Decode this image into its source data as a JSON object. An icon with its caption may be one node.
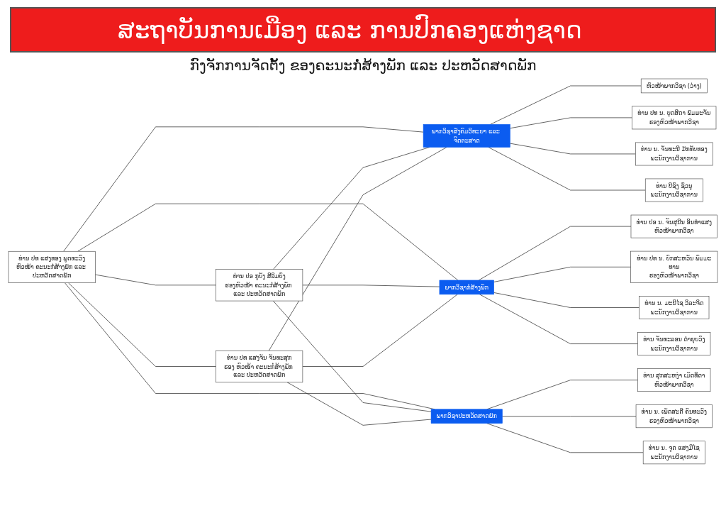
{
  "diagram": {
    "title": "ສະຖາບັນການເມືອງ ແລະ ການປົກຄອງແຫ່ງຊາດ",
    "nodes": [
      {
        "text": [
          "ທ່ານ ປທ ແສງທອງ ພູດທະວົງ",
          "ຫົວໜ້າ ຄະນະກໍ່ສ້າງພັກ ແລະ ປະຫວັດສາດພັກ"
        ]
      },
      {
        "text": [
          "ທ່ານ ປອ ກູບັງ ສີລິມບົງ",
          "ຮອງຫົວໜ້າ ຄະນະກໍ່ສ້າງພັກ ແລະ ປະຫວັດສາດພັກ"
        ]
      },
      {
        "text": [
          "ທ່ານ ປທ ແສງຈັນ ຈັນທະສຸກ",
          "ຮອງ ຫົວໜ້າ ຄະນະກໍ່ສ້າງພັກ ແລະ ປະຫວັດສາດພັກ"
        ]
      },
      {
        "text": [
          "ພາກວິຊາສັງຄົມວິທະຍາ ແລະ ຈິດຕະສາດ"
        ]
      },
      {
        "text": [
          "ພາກວິຊາກໍ່ສ້າງພັກ"
        ]
      },
      {
        "text": [
          "ພາກວິຊາປະຫວັດສາດພັກ"
        ]
      },
      {
        "text": [
          "ຫົວໜ້າພາກວິຊາ (ວ່າງ)"
        ]
      },
      {
        "text": [
          "ທ່ານ ປທ ນ. ບຸດສີດາ ພົມມະຈັນ",
          "ຮອງຫົວໜ້າພາກວິຊາ"
        ]
      },
      {
        "text": [
          "ທ່ານ ນ. ຈັນທະນີ ມັກທັບທອງ",
          "ພະນັກງານວິຊາການ"
        ]
      },
      {
        "text": [
          "ທ່ານ ບີຊົງ ຊົວນູ",
          "ພະນັກງານວິຊາການ"
        ]
      },
      {
        "text": [
          "ທ່ານ ປອ ນ. ຈັນສຸນີນ ອິນທຳແສງ",
          "ຫົວໜ້າພາກວິຊາ"
        ]
      },
      {
        "text": [
          "ທ່ານ ປທ ນ. ບົກສະຫວັນ ພົມມະທານ",
          "ຮອງຫົວໜ້າພາກວິຊາ"
        ]
      },
      {
        "text": [
          "ທ່ານ ນ. ມະນີໄຊ ວິລະຈິດ",
          "ພະນັກງານວິຊາການ"
        ]
      },
      {
        "text": [
          "ທ່ານ ຈັນທະລອນ ດຳຍຸບວົງ",
          "ພະນັກງານວິຊາການ"
        ]
      },
      {
        "text": [
          "ທ່ານ ສຸກສະຫງ່າ ເມັດທິດາ",
          "ຫົວໜ້າພາກວິຊາ"
        ]
      },
      {
        "text": [
          "ທ່ານ ນ. ເພັດສະດີ ຄົນທະວົງ",
          "ຮອງຫົວໜ້າພາກວິຊາ"
        ]
      },
      {
        "text": [
          "ທ່ານ ນ. ຈູດ ແສງມີໄຊ",
          "ພະນັກງານວິຊາການ"
        ]
      }
    ],
    "edges": [
      {
        "from": 0,
        "to": 1,
        "arrow": "none"
      },
      {
        "from": 0,
        "to": 2,
        "arrow": "none"
      },
      {
        "from": 0,
        "to": 3,
        "arrow": "none"
      },
      {
        "from": 0,
        "to": 4,
        "arrow": "none"
      },
      {
        "from": 0,
        "to": 5,
        "arrow": "none"
      },
      {
        "from": 1,
        "to": 3,
        "arrow": "none"
      },
      {
        "from": 1,
        "to": 4,
        "arrow": "none"
      },
      {
        "from": 1,
        "to": 5,
        "arrow": "none"
      },
      {
        "from": 2,
        "to": 3,
        "arrow": "none"
      },
      {
        "from": 2,
        "to": 4,
        "arrow": "none"
      },
      {
        "from": 2,
        "to": 5,
        "arrow": "none"
      },
      {
        "from": 3,
        "to": 6,
        "arrow": "none"
      },
      {
        "from": 3,
        "to": 7,
        "arrow": "none"
      },
      {
        "from": 3,
        "to": 8,
        "arrow": "none"
      },
      {
        "from": 3,
        "to": 9,
        "arrow": "none"
      },
      {
        "from": 4,
        "to": 10,
        "arrow": "none"
      },
      {
        "from": 4,
        "to": 11,
        "arrow": "none"
      },
      {
        "from": 4,
        "to": 12,
        "arrow": "none"
      },
      {
        "from": 4,
        "to": 13,
        "arrow": "none"
      },
      {
        "from": 5,
        "to": 14,
        "arrow": "none"
      },
      {
        "from": 5,
        "to": 15,
        "arrow": "none"
      },
      {
        "from": 5,
        "to": 16,
        "arrow": "none"
      }
    ],
    "labels": [
      "ກົງຈັກການຈັດຕັ້ງ ຂອງຄະນະກໍ່ສ້າງພັກ ແລະ ປະຫວັດສາດພັກ"
    ]
  }
}
